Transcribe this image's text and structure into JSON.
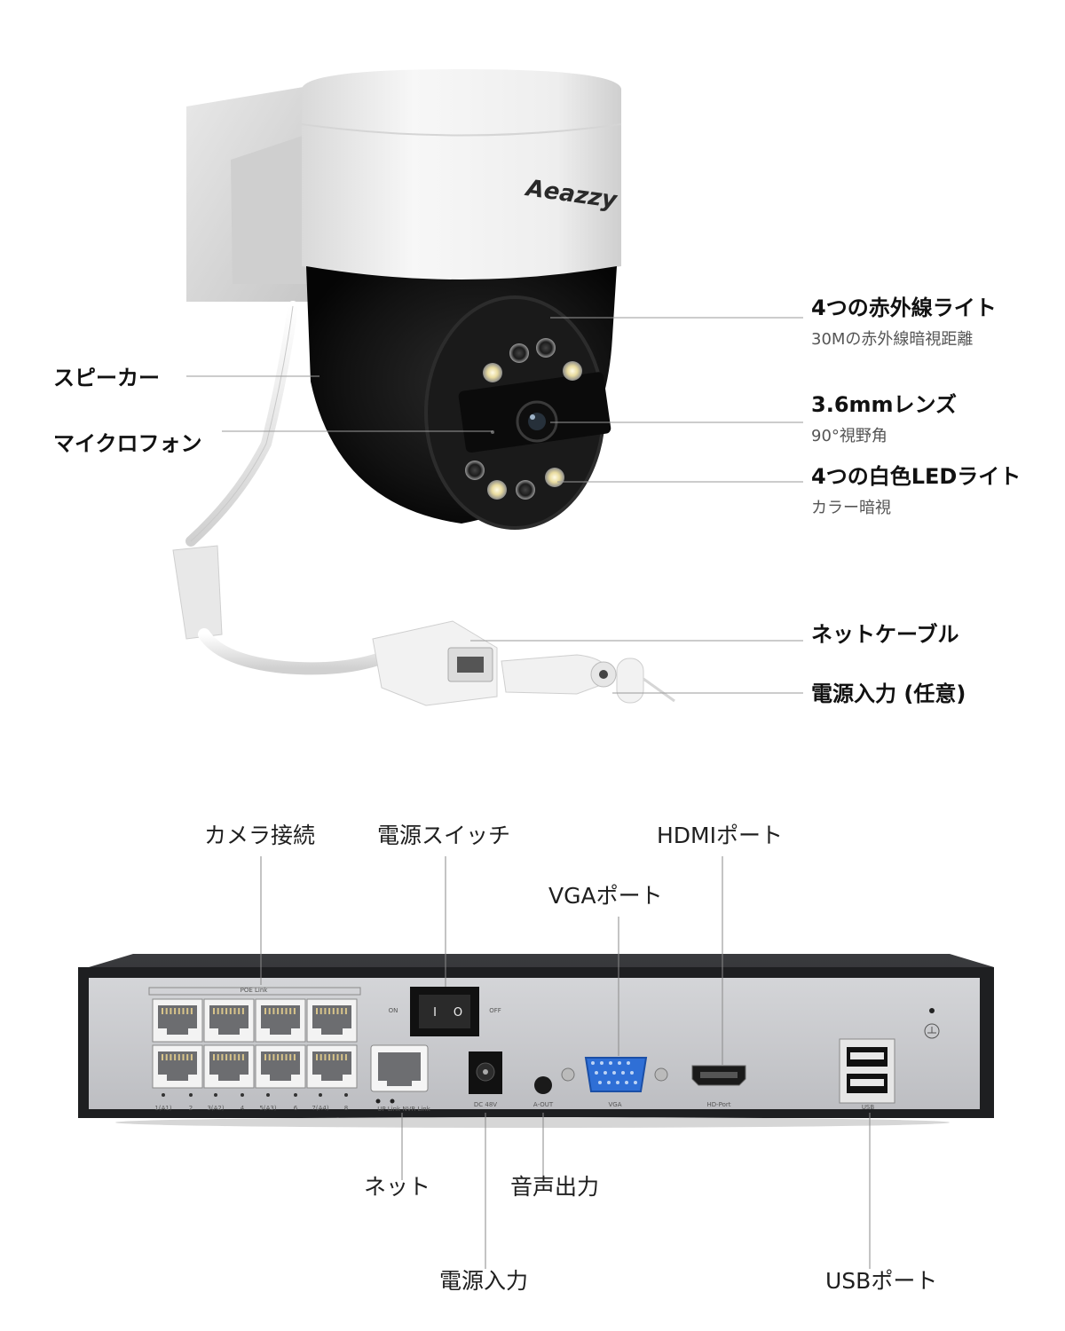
{
  "camera": {
    "brand": "Aeazzy",
    "callouts": {
      "ir_lights": {
        "title": "4つの赤外線ライト",
        "sub": "30Mの赤外線暗視距離"
      },
      "lens": {
        "title": "3.6mmレンズ",
        "sub": "90°視野角"
      },
      "white_led": {
        "title": "4つの白色LEDライト",
        "sub": "カラー暗視"
      },
      "speaker": {
        "title": "スピーカー"
      },
      "microphone": {
        "title": "マイクロフォン"
      },
      "net_cable": {
        "title": "ネットケーブル"
      },
      "power_in_optional": {
        "title": "電源入力 (任意)"
      }
    }
  },
  "nvr": {
    "callouts": {
      "camera_connect": "カメラ接続",
      "power_switch": "電源スイッチ",
      "hdmi_port": "HDMIポート",
      "vga_port": "VGAポート",
      "net": "ネット",
      "audio_out": "音声出力",
      "power_in": "電源入力",
      "usb_port": "USBポート"
    },
    "panel_labels": {
      "poe_link": "POE Link",
      "port_numbers": [
        "1(A1)",
        "2",
        "3(A2)",
        "4",
        "5(A3)",
        "6",
        "7(A4)",
        "8"
      ],
      "uplink": "UP Link NVR Link",
      "on": "ON",
      "off": "OFF",
      "switch_i": "I",
      "switch_o": "O",
      "dc": "DC 48V",
      "aout": "A-OUT",
      "vga": "VGA",
      "hd_port": "HD-Port",
      "usb": "USB"
    }
  },
  "colors": {
    "label": "#111111",
    "sub_label": "#555555",
    "leader_line": "#9a9a9a",
    "camera_dome_black": "#111111",
    "camera_shell_white": "#f4f4f4",
    "nvr_panel": "#c9cacd",
    "nvr_frame": "#1e1f21",
    "vga_blue": "#2f6fd6"
  }
}
